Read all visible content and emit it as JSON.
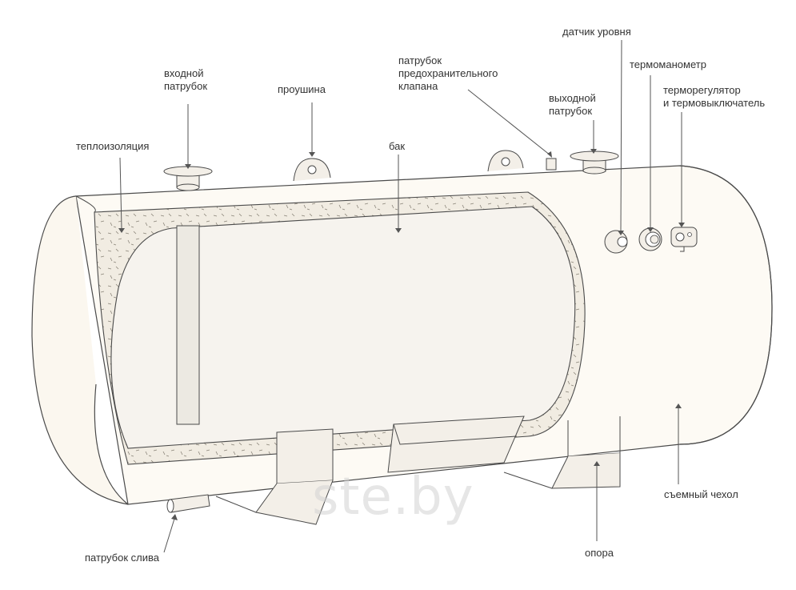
{
  "labels": {
    "level_sensor": "датчик уровня",
    "thermomanometer": "термоманометр",
    "thermoregulator": "терморегулятор\nи термовыключатель",
    "inlet_pipe": "входной\nпатрубок",
    "lug": "проушина",
    "safety_valve_pipe": "патрубок\nпредохранительного\nклапана",
    "outlet_pipe": "выходной\nпатрубок",
    "insulation": "теплоизоляция",
    "tank": "бак",
    "removable_cover": "съемный чехол",
    "drain_pipe": "патрубок слива",
    "support": "опора"
  },
  "watermark": "ste.by",
  "colors": {
    "stroke": "#4a4a4a",
    "cover_fill": "#fdfaf4",
    "insulation_fill": "#f1ece2",
    "tank_fill": "#f6f3ee",
    "text": "#333333"
  }
}
